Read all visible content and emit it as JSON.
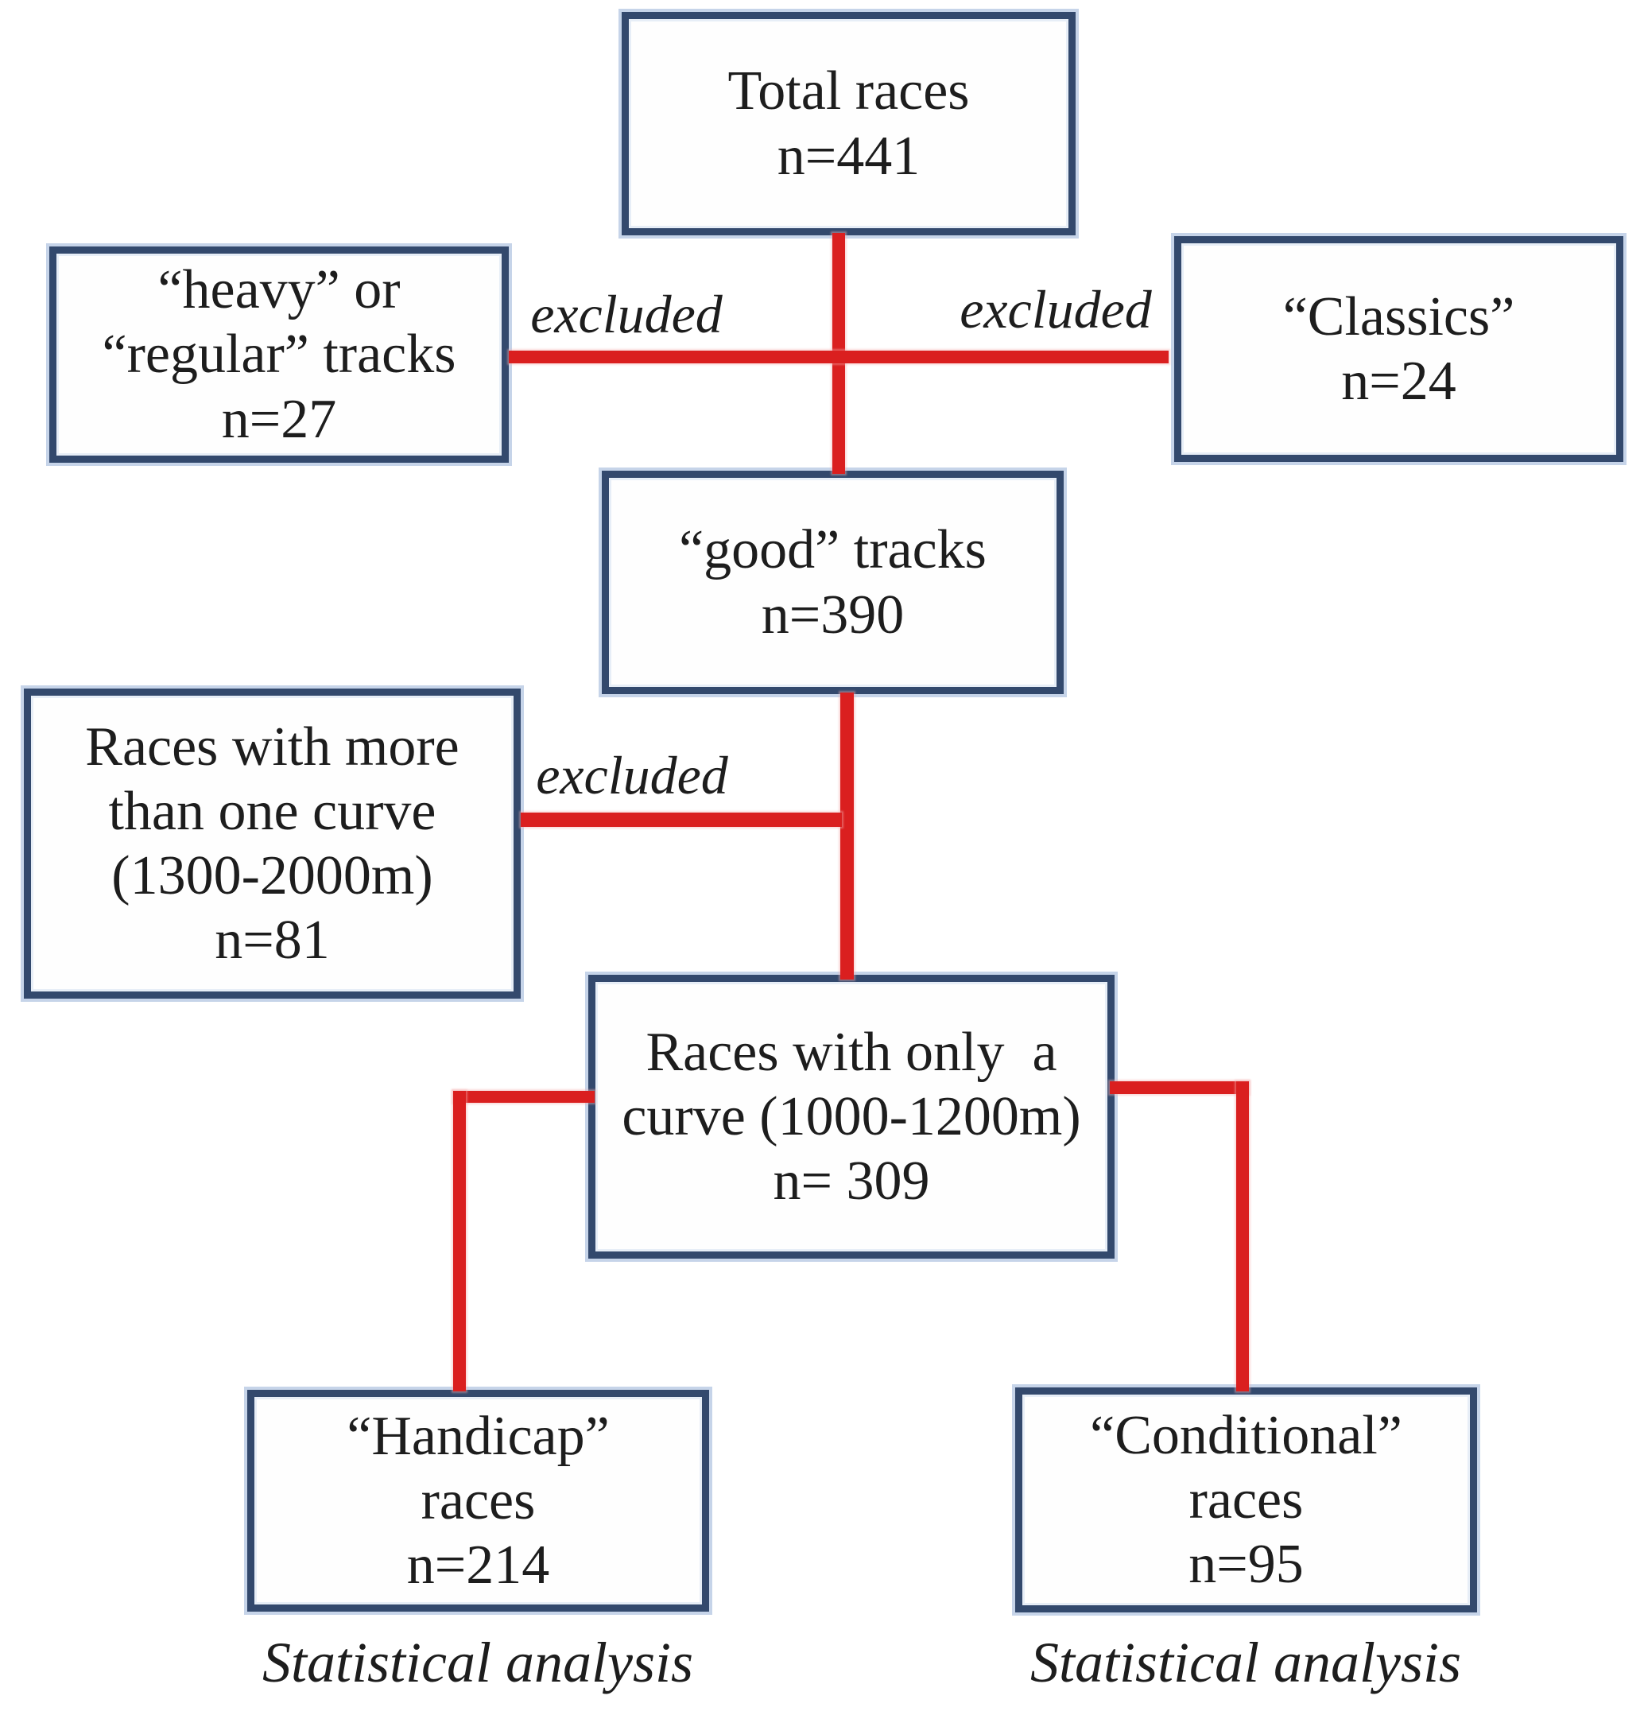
{
  "figure": {
    "colors": {
      "background": "#ffffff",
      "box_border": "#33496d",
      "box_border_halo": "#c6d4e9",
      "connector_red": "#da1f1f",
      "text": "#1d1d1d"
    },
    "boxes": {
      "total": {
        "lines": [
          "Total races",
          "n=441"
        ]
      },
      "heavy": {
        "lines": [
          "“heavy” or",
          "“regular” tracks",
          "n=27"
        ]
      },
      "classics": {
        "lines": [
          "“Classics”",
          "n=24"
        ]
      },
      "good": {
        "lines": [
          "“good” tracks",
          "n=390"
        ]
      },
      "morecurve": {
        "lines": [
          "Races with more",
          "than one curve",
          "(1300-2000m)",
          "n=81"
        ]
      },
      "onecurve": {
        "lines": [
          "Races with only  a",
          "curve (1000-1200m)",
          "n= 309"
        ]
      },
      "handicap": {
        "lines": [
          "“Handicap”",
          "races",
          "n=214"
        ]
      },
      "conditional": {
        "lines": [
          "“Conditional”",
          "races",
          "n=95"
        ]
      }
    },
    "labels": {
      "excluded_top_left": "excluded",
      "excluded_top_right": "excluded",
      "excluded_mid": "excluded",
      "stat_left": "Statistical analysis",
      "stat_right": "Statistical analysis"
    }
  }
}
